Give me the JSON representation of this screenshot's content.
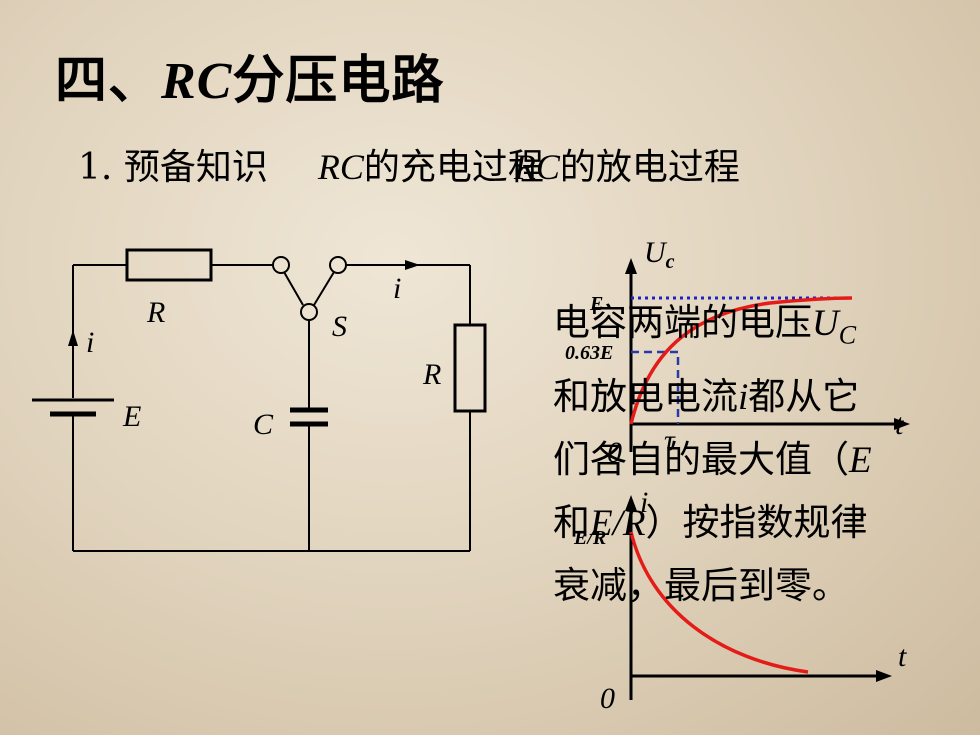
{
  "title": {
    "prefix": "四、",
    "italic": "RC",
    "suffix": "分压电路"
  },
  "subtitle": {
    "number": "1.",
    "label": "预备知识",
    "charge_italic": "RC",
    "charge_text": "的充电过程",
    "discharge_italic": "RC",
    "discharge_text": "的放电过程"
  },
  "circuit": {
    "resistor_top_label": "R",
    "switch_label": "S",
    "current_top_label": "i",
    "current_left_label": "i",
    "source_label": "E",
    "capacitor_label": "C",
    "resistor_right_label": "R"
  },
  "graph_uc": {
    "y_axis_label": "U",
    "y_axis_sub": "c",
    "level_label": "E",
    "marker_label": "0.63E",
    "x_axis_label": "t",
    "origin_label": "0",
    "tau_label": "τ"
  },
  "graph_i": {
    "y_axis_label": "i",
    "start_label": "E/R",
    "x_axis_label": "t",
    "origin_label": "0"
  },
  "description": {
    "line1_text": "电容两端的电压",
    "line1_italic": "U",
    "line1_sub": "C",
    "line2_a": "和放电电流",
    "line2_italic": "i",
    "line2_b": "都从它",
    "line3_text": "们各自的最大值（",
    "line3_italic": "E",
    "line4_a": "和",
    "line4_italic": "E/R",
    "line4_b": "）按指数规律",
    "line5_text": "衰减，最后到零。"
  },
  "colors": {
    "curve": "#e41b17",
    "guide_dotted": "#1c22c9",
    "guide_dashed": "#2b3aa8"
  }
}
